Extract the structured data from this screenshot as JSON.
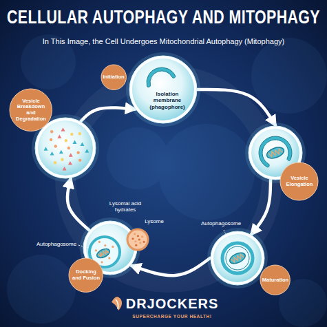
{
  "diagram": {
    "title": "CELLULAR AUTOPHAGY AND MITOPHAGY",
    "nodes": [
      {
        "text": [
          "Initiation",
          "Isolation membrane (phagophore)"
        ]
      },
      {
        "text": [
          "Vesicle Elongation"
        ]
      },
      {
        "text": [
          "Maturation",
          "Autophagosome"
        ]
      },
      {
        "text": [
          "Docking and Fusion",
          "Lysomal acid hydrates",
          "Lysome",
          "Autophagosome"
        ]
      },
      {
        "text": [
          "Vesicle Breakdown and Degradation"
        ]
      }
    ],
    "edges": [
      {
        "from": 0,
        "to": 1,
        "arrow": "to"
      },
      {
        "from": 1,
        "to": 2,
        "arrow": "to"
      },
      {
        "from": 2,
        "to": 3,
        "arrow": "to"
      },
      {
        "from": 3,
        "to": 4,
        "arrow": "to"
      },
      {
        "from": 4,
        "to": 0,
        "arrow": "to"
      }
    ],
    "labels": [
      "In This Image, the Cell Undergoes Mitochondrial Autophagy (Mitophagy)",
      "DRJOCKERS",
      "SUPERCHARGE YOUR HEALTH!"
    ]
  }
}
